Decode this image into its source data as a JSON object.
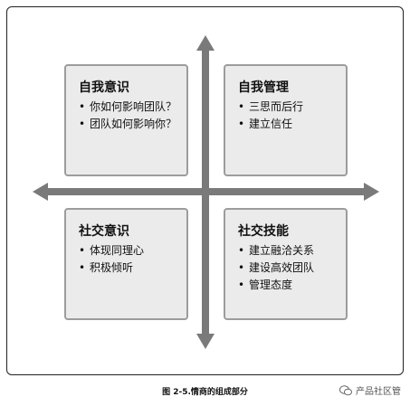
{
  "quadrants": [
    {
      "title": "自我意识",
      "items": [
        "你如何影响团队？",
        "团队如何影响你？"
      ]
    },
    {
      "title": "自我管理",
      "items": [
        "三思而后行",
        "建立信任"
      ]
    },
    {
      "title": "社交意识",
      "items": [
        "体现同理心",
        "积极倾听"
      ]
    },
    {
      "title": "社交技能",
      "items": [
        "建立融洽关系",
        "建设高效团队",
        "管理态度"
      ]
    }
  ],
  "caption": "图 2-5.情商的组成部分",
  "watermark": "产品社区管",
  "colors": {
    "axis": "#7a7a7a",
    "box_fill": "#ebebeb",
    "box_border": "#9c9c9c",
    "frame": "#222222"
  },
  "icons": {
    "watermark": "wechat-icon"
  }
}
